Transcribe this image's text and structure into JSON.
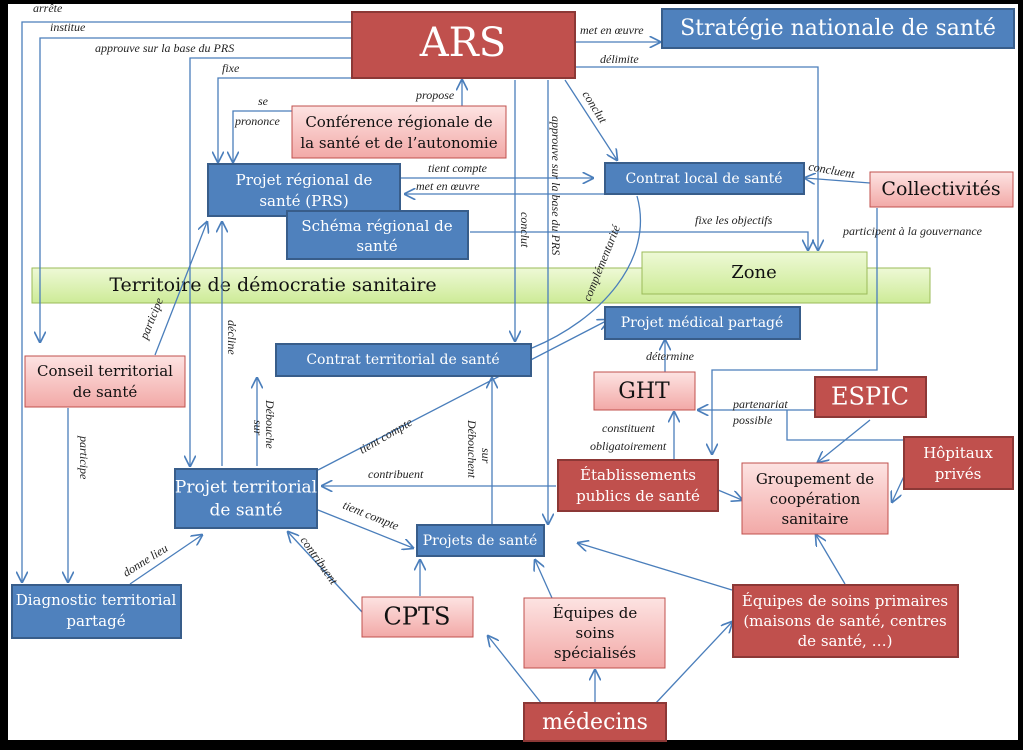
{
  "diagram": {
    "colors": {
      "blue_node": "#4f81bd",
      "red_node": "#c0504d",
      "pink_node": "#f2b8b6",
      "green_zone": "#d7f0a8",
      "edge": "#4a7ebb",
      "background": "#ffffff",
      "frame": "#000000"
    },
    "nodes": {
      "ars": "ARS",
      "sns": "Stratégie nationale de santé",
      "crsa": [
        "Conférence régionale de",
        "la santé et de l’autonomie"
      ],
      "prs": [
        "Projet régional de",
        "santé (PRS)"
      ],
      "srs": [
        "Schéma régional de",
        "santé"
      ],
      "cls": "Contrat local de santé",
      "collectivites": "Collectivités",
      "zone": "Zone",
      "tds": "Territoire de démocratie sanitaire",
      "pmp": "Projet médical partagé",
      "cts_contrat": "Contrat territorial de santé",
      "conseil": [
        "Conseil territorial",
        "de santé"
      ],
      "ght": "GHT",
      "espic": "ESPIC",
      "hopitaux": [
        "Hôpitaux",
        "privés"
      ],
      "eps": [
        "Établissements",
        "publics de santé"
      ],
      "gcs": [
        "Groupement de",
        "coopération",
        "sanitaire"
      ],
      "pts": [
        "Projet territorial",
        "de santé"
      ],
      "projets_sante": "Projets de santé",
      "dtp": [
        "Diagnostic territorial",
        "partagé"
      ],
      "cpts": "CPTS",
      "ess": [
        "Équipes de",
        "soins",
        "spécialisés"
      ],
      "esp": [
        "Équipes de soins primaires",
        "(maisons de santé, centres",
        "de santé, …)"
      ],
      "medecins": "médecins"
    },
    "edge_labels": {
      "arrete": "arrête",
      "institue": "institue",
      "approuve_prs": "approuve sur la base du PRS",
      "fixe": "fixe",
      "se": "se",
      "prononce": "prononce",
      "propose": "propose",
      "met_en_oeuvre_sns": "met en œuvre",
      "delimite": "délimite",
      "conclut_cls": "conclut",
      "approuve_vertical": "approuve sur la base du PRS",
      "conclut_vertical": "conclut",
      "tient_compte_cls": "tient compte",
      "met_en_oeuvre_prs": "met en œuvre",
      "concluent": "concluent",
      "fixe_objectifs": "fixe les objectifs",
      "participent_gouvernance": "participent à la gouvernance",
      "complementarite": "complémentarité",
      "participe_prs": "participe",
      "decline": "décline",
      "determine": "détermine",
      "partenariat": "partenariat",
      "possible": "possible",
      "constituent": "constituent",
      "obligatoirement": "obligatoirement",
      "participe_dtp": "participe",
      "debouche": "Débouche",
      "sur1": "sur",
      "tient_compte_pmp": "tient compte",
      "debouchent": "Débouchent",
      "sur2": "sur",
      "contribuent_eps": "contribuent",
      "tient_compte_ps": "tient compte",
      "donne_lieu": "donne lieu",
      "contribuent_cpts": "contribuent"
    }
  }
}
